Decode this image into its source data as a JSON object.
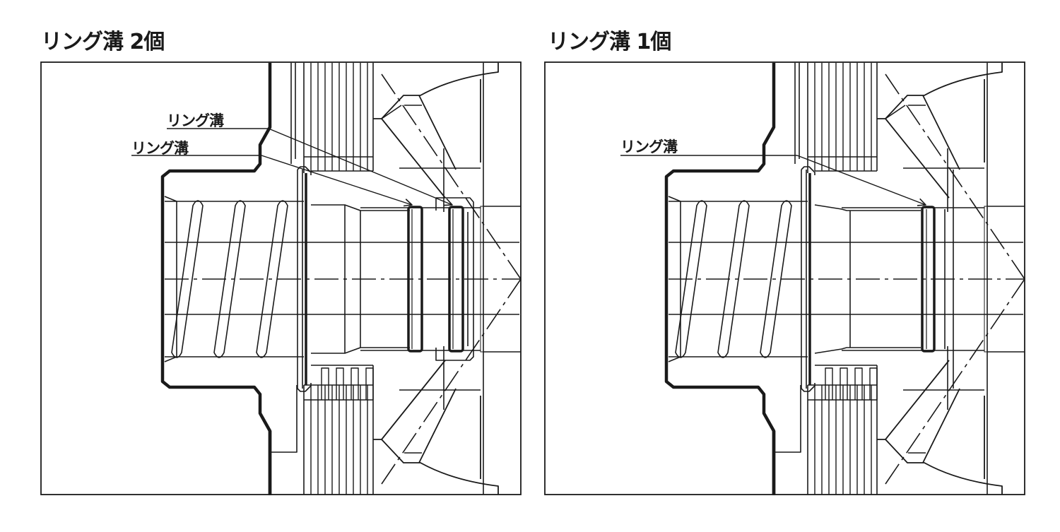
{
  "panels": [
    {
      "id": "left",
      "title": "リング溝 2個",
      "ring_groove_count": 2,
      "callouts": [
        {
          "label": "リング溝"
        },
        {
          "label": "リング溝"
        }
      ]
    },
    {
      "id": "right",
      "title": "リング溝 1個",
      "ring_groove_count": 1,
      "callouts": [
        {
          "label": "リング溝"
        }
      ]
    }
  ],
  "colors": {
    "line": "#1a1a1a",
    "background": "#ffffff",
    "shading": "#999999"
  }
}
